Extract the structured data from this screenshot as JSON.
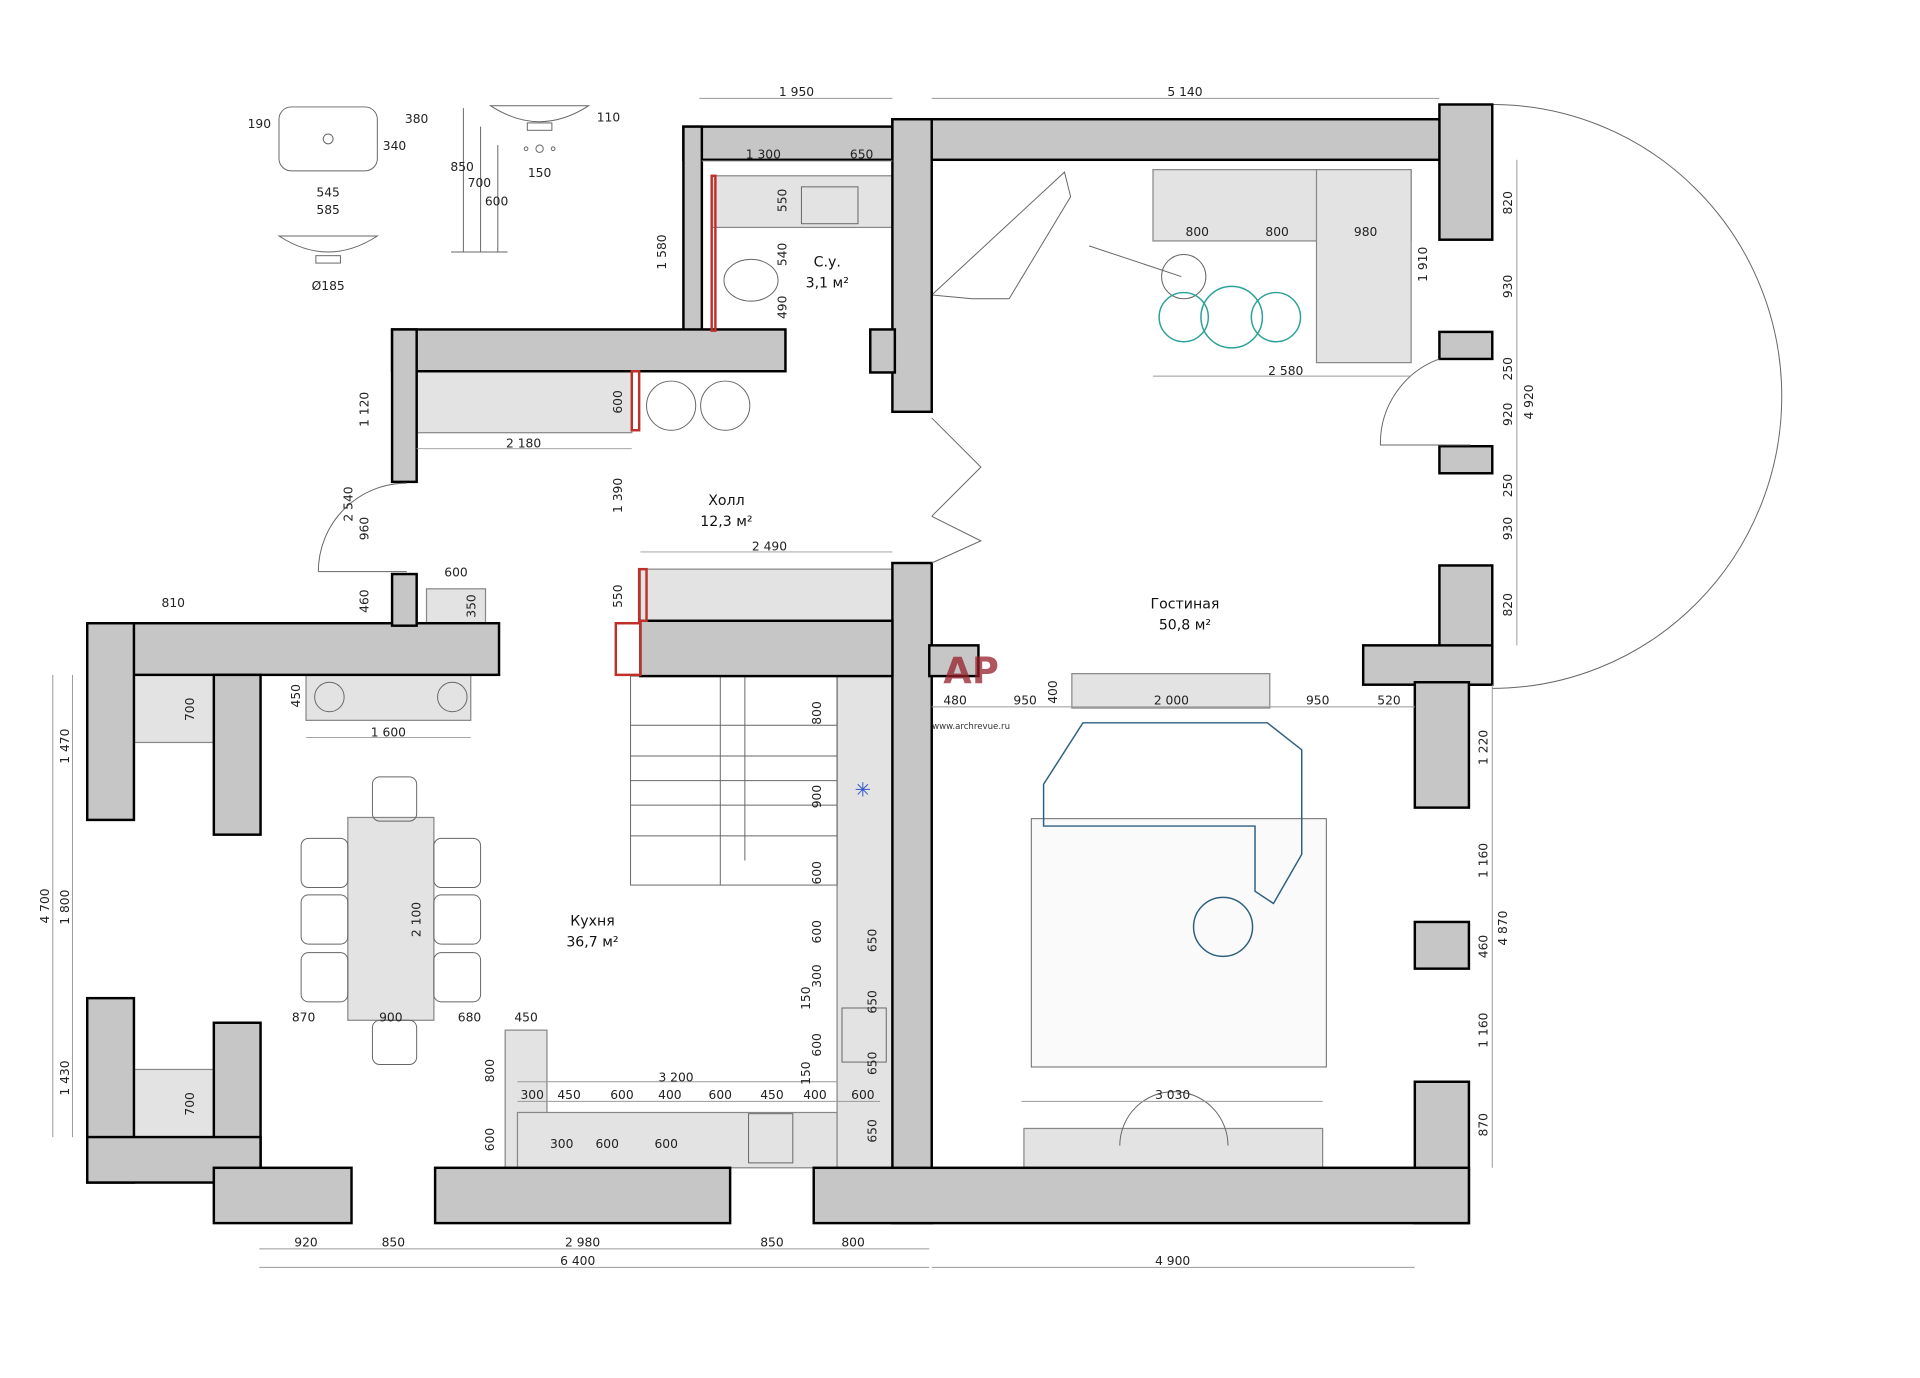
{
  "rooms": {
    "bathroom": {
      "name": "С.у.",
      "area": "3,1 м²"
    },
    "hall": {
      "name": "Холл",
      "area": "12,3 м²"
    },
    "kitchen": {
      "name": "Кухня",
      "area": "36,7 м²"
    },
    "living": {
      "name": "Гостиная",
      "area": "50,8 м²"
    }
  },
  "sink_drawing": [
    "190",
    "380",
    "340",
    "545",
    "585",
    "Ø185",
    "110",
    "850",
    "700",
    "600",
    "150"
  ],
  "dims_top": [
    "1 950",
    "5 140",
    "1 300",
    "650"
  ],
  "dims_bathroom": [
    "550",
    "540",
    "490",
    "1 580"
  ],
  "dims_right_upper": [
    "820",
    "930",
    "250",
    "920",
    "250",
    "930",
    "820",
    "4 920",
    "1 910"
  ],
  "dims_living_upper": [
    "800",
    "800",
    "980",
    "2 580"
  ],
  "dims_hall": [
    "600",
    "2 180",
    "1 120",
    "2 540",
    "960",
    "460",
    "1 390",
    "2 490",
    "550",
    "600",
    "350"
  ],
  "dims_kitchen": [
    "810",
    "450",
    "1 600",
    "700",
    "1 470",
    "4 700",
    "1 800",
    "1 430",
    "700",
    "2 100",
    "870",
    "900",
    "680",
    "450",
    "800",
    "600",
    "3 200"
  ],
  "dims_kitchen_row1": [
    "300",
    "450",
    "600",
    "400",
    "600",
    "450",
    "400",
    "600"
  ],
  "dims_kitchen_row2": [
    "300",
    "600",
    "600"
  ],
  "dims_stair_col": [
    "800",
    "900",
    "600",
    "600",
    "300",
    "150",
    "600",
    "150",
    "650",
    "650",
    "650",
    "650"
  ],
  "dims_bottom": [
    "920",
    "850",
    "2 980",
    "850",
    "800",
    "6 400",
    "4 900"
  ],
  "dims_living": [
    "480",
    "950",
    "400",
    "2 000",
    "950",
    "520",
    "3 030",
    "1 220",
    "1 160",
    "460",
    "4 870",
    "1 160",
    "870"
  ],
  "watermark": {
    "logo": "AP",
    "url": "www.archrevue.ru"
  }
}
